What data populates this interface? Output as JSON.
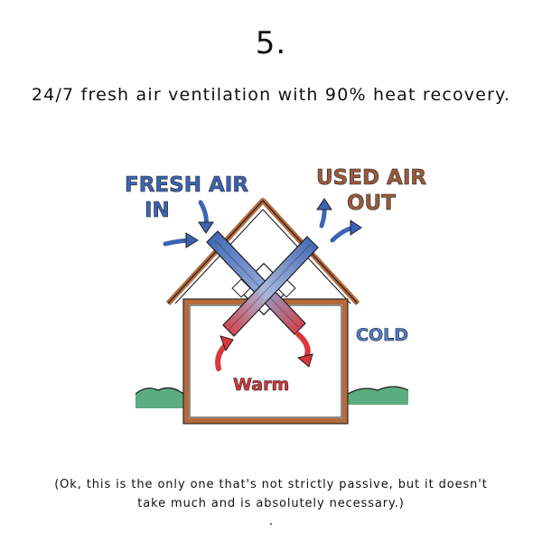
{
  "step_number": "5.",
  "headline": "24/7 fresh air ventilation with 90% heat recovery.",
  "labels": {
    "fresh_air_line1": "FRESH AIR",
    "fresh_air_line2": "IN",
    "used_air_line1": "USED AIR",
    "used_air_line2": "OUT",
    "cold": "COLD",
    "warm": "Warm"
  },
  "colors": {
    "fresh_blue": "#3c64b4",
    "used_brown": "#9a5a3a",
    "warm_red": "#d8383c",
    "house_brown": "#b56a3c",
    "grass_green": "#3e9e68",
    "cold_blue": "#4f7fc8"
  },
  "icons": {
    "fresh_air_arrows": "arrow-in-icon",
    "used_air_arrows": "arrow-out-icon",
    "warm_circulation": "circular-arrows-icon"
  },
  "footnote": {
    "line1": "(Ok, this is the only one that's not strictly passive, but it doesn't",
    "line2": "take much and is absolutely necessary.)"
  }
}
